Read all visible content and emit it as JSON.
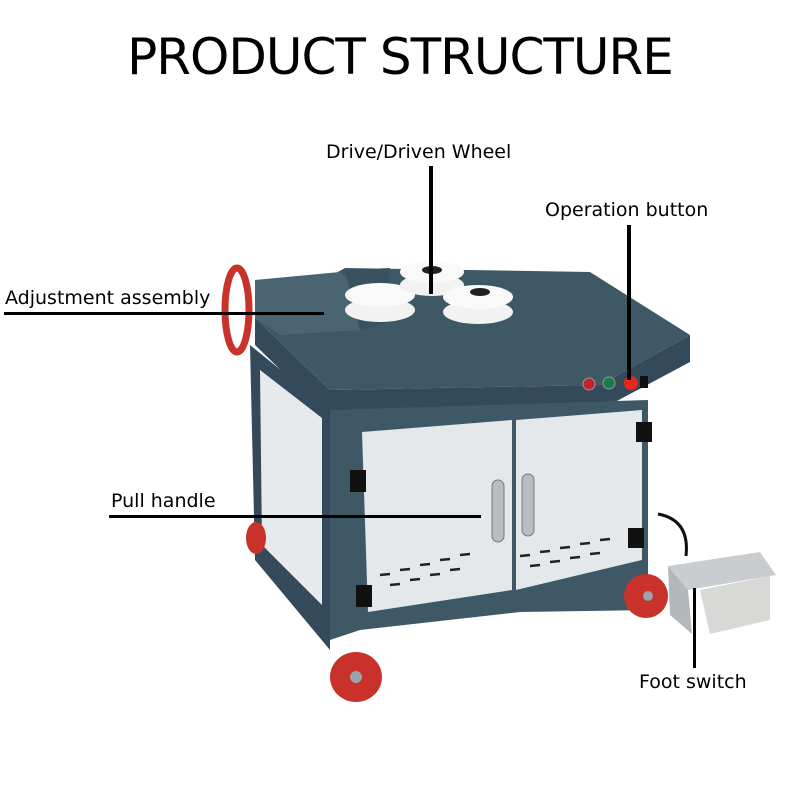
{
  "title": "PRODUCT STRUCTURE",
  "callouts": {
    "drive_wheel": "Drive/Driven Wheel",
    "operation_button": "Operation button",
    "adjustment_assembly": "Adjustment assembly",
    "pull_handle": "Pull handle",
    "foot_switch": "Foot switch"
  },
  "colors": {
    "frame": "#3f5866",
    "panel": "#e4e8eb",
    "wheel": "#c8322a",
    "roller": "#f2f2f2"
  }
}
